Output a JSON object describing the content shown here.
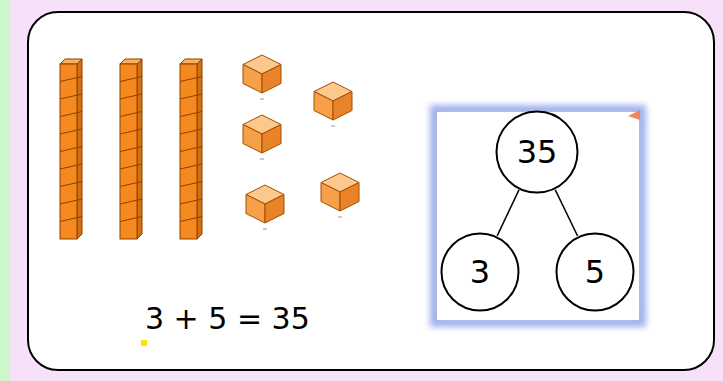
{
  "diagram": {
    "nodes": [
      {
        "text": [
          "35"
        ]
      },
      {
        "text": [
          "3"
        ]
      },
      {
        "text": [
          "5"
        ]
      }
    ],
    "edges": [
      {
        "from": 0,
        "to": 1,
        "arrow": "none"
      },
      {
        "from": 0,
        "to": 2,
        "arrow": "none"
      }
    ],
    "labels": [
      "3 + 5 = 35"
    ]
  }
}
